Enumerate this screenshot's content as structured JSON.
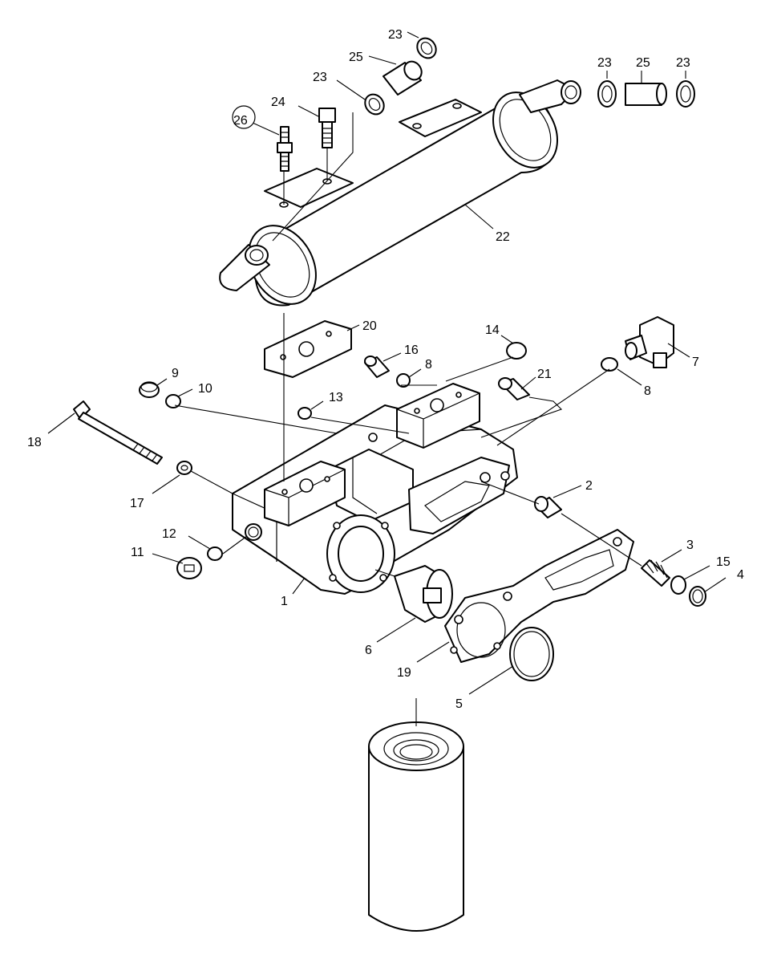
{
  "callouts": {
    "c1": "1",
    "c2": "2",
    "c3": "3",
    "c4": "4",
    "c5": "5",
    "c6": "6",
    "c7": "7",
    "c8a": "8",
    "c8b": "8",
    "c9": "9",
    "c10": "10",
    "c11": "11",
    "c12": "12",
    "c13": "13",
    "c14": "14",
    "c15": "15",
    "c16": "16",
    "c17": "17",
    "c18": "18",
    "c19": "19",
    "c20": "20",
    "c21": "21",
    "c22": "22",
    "c23a": "23",
    "c23b": "23",
    "c23c": "23",
    "c23d": "23",
    "c24": "24",
    "c25a": "25",
    "c25b": "25",
    "c26": "26"
  }
}
